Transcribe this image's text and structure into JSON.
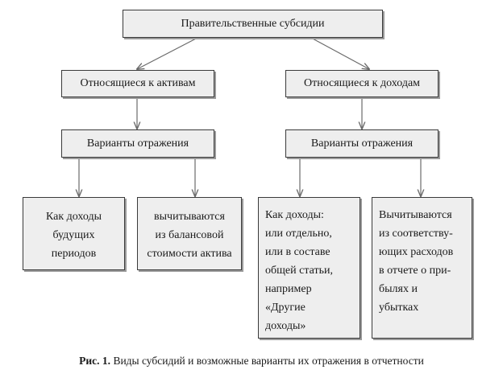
{
  "diagram": {
    "root": "Правительственные субсидии",
    "branch_assets": "Относящиеся к активам",
    "branch_income": "Относящиеся к доходам",
    "variants_left": "Варианты отражения",
    "variants_right": "Варианты отражения",
    "leaf_1": "Как доходы\nбудущих\nпериодов",
    "leaf_2": "вычитываются\nиз балансовой\nстоимости актива",
    "leaf_3": "Как доходы:\nили отдельно,\nили  в составе\nобщей статьи,\nнапример\n«Другие\nдоходы»",
    "leaf_4": "Вычитываются\nиз соответству-\nющих расходов\nв отчете о при-\nбылях и\nубытках"
  },
  "caption": {
    "label": "Рис. 1.",
    "text": " Виды субсидий и возможные варианты их отражения в отчетности"
  },
  "colors": {
    "box_fill": "#eeeeee",
    "box_border": "#3a3a3a",
    "shadow": "#9a9a9a",
    "arrow": "#6a6a6a"
  }
}
